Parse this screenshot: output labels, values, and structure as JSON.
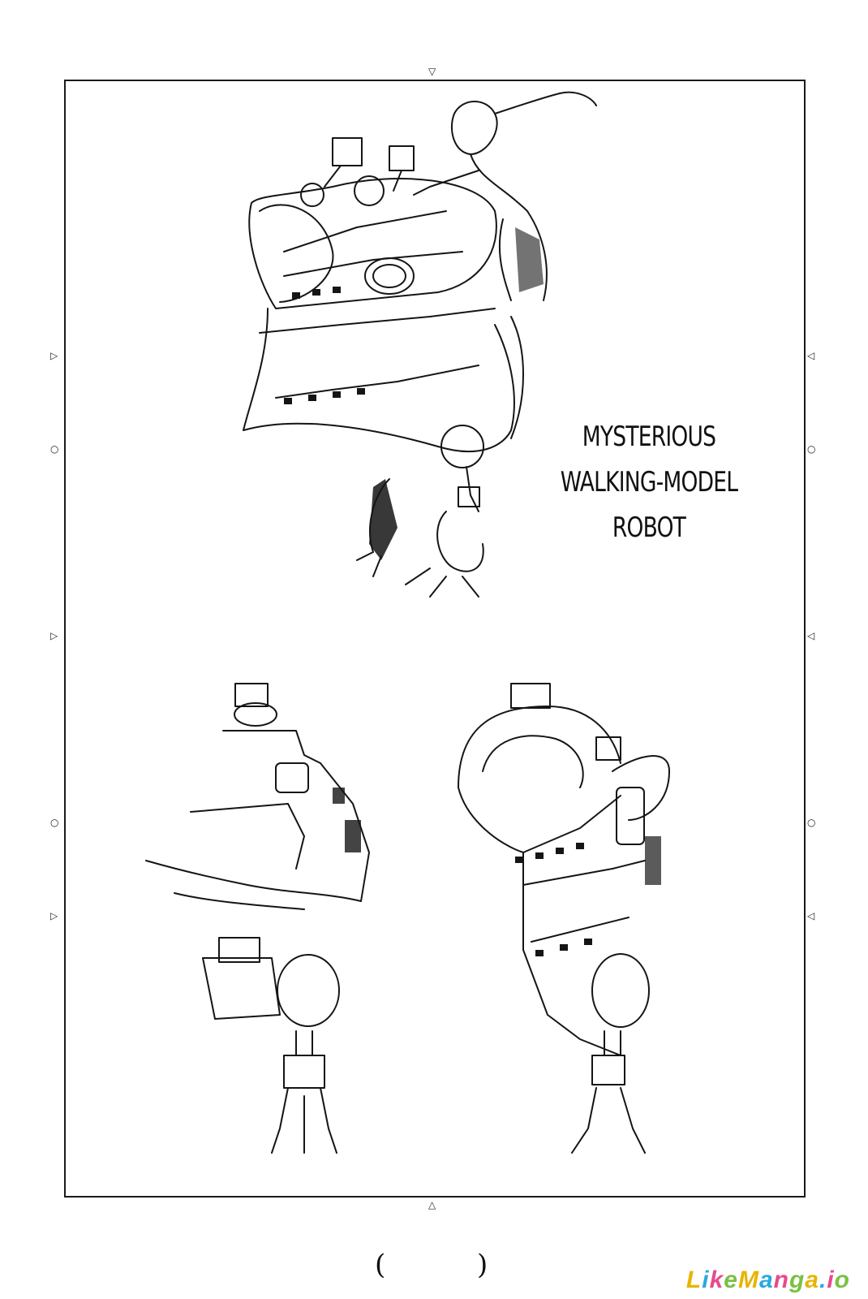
{
  "caption": {
    "line1": "MYSTERIOUS",
    "line2": "WALKING-MODEL",
    "line3": "ROBOT"
  },
  "page_number": {
    "open": "(",
    "close": ")"
  },
  "watermark": {
    "text": "LikeManga.io",
    "colors": [
      "#e8b400",
      "#2aa8e0",
      "#e84a8a",
      "#7ac143",
      "#e8b400",
      "#2aa8e0",
      "#e84a8a",
      "#7ac143",
      "#e8b400",
      "#2aa8e0",
      "#e84a8a",
      "#7ac143"
    ]
  }
}
